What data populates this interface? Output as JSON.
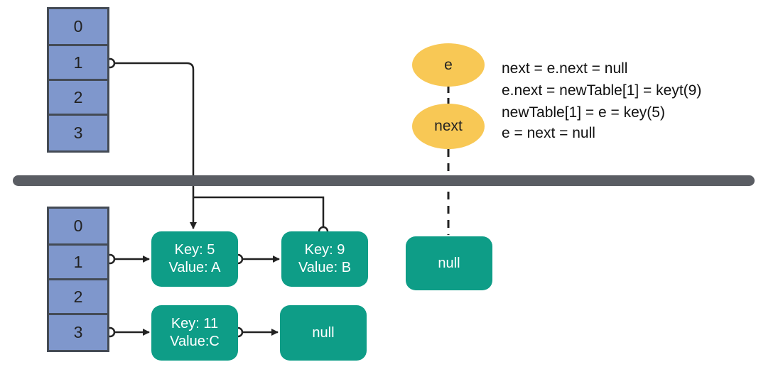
{
  "old_table": {
    "slots": [
      "0",
      "1",
      "2",
      "3"
    ]
  },
  "new_table": {
    "slots": [
      "0",
      "1",
      "2",
      "3"
    ]
  },
  "nodes": {
    "key5": {
      "key": "Key: 5",
      "value": "Value: A"
    },
    "key9": {
      "key": "Key: 9",
      "value": "Value: B"
    },
    "key11": {
      "key": "Key: 11",
      "value": "Value:C"
    },
    "null_a": "null",
    "null_b": "null"
  },
  "pointers": {
    "e": "e",
    "next": "next"
  },
  "code": [
    "next = e.next = null",
    "e.next = newTable[1] = keyt(9)",
    "newTable[1] = e = key(5)",
    "e = next = null"
  ],
  "colors": {
    "bucket_fill": "#7f97cc",
    "node_fill": "#0e9d87",
    "pointer_fill": "#f8c855",
    "divider": "#5a5d63"
  }
}
